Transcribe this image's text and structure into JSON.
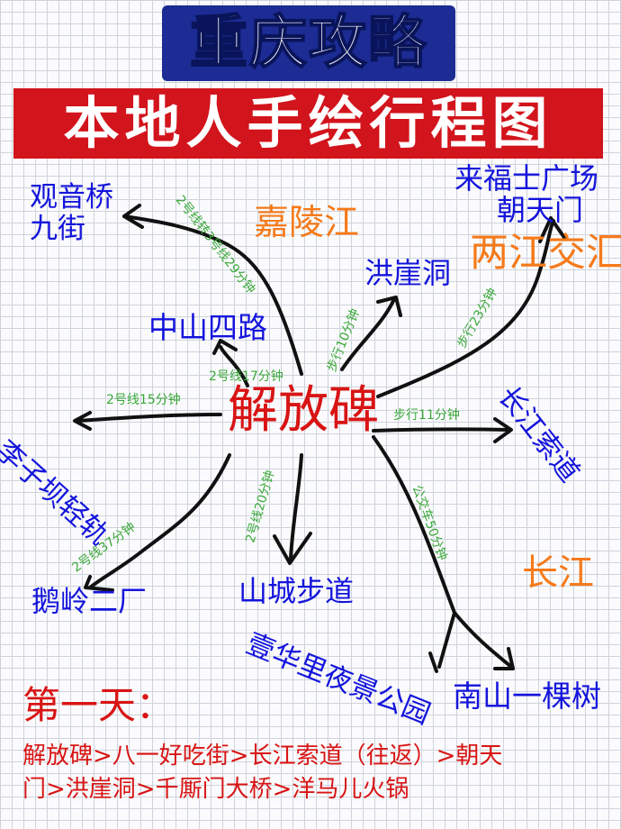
{
  "title": "重庆攻略",
  "subtitle": "本地人手绘行程图",
  "center": "解放碑",
  "places": {
    "guanyinqiao": "观音桥",
    "jiujie": "九街",
    "jialingjiang": "嘉陵江",
    "laifushi": "来福士广场",
    "chaotianmen": "朝天门",
    "liangjiang": "两江交汇",
    "hongyadong": "洪崖洞",
    "zhongshansilu": "中山四路",
    "liziba": "李子坝轻轨",
    "suodao": "长江索道",
    "eling": "鹅岭二厂",
    "shancheng": "山城步道",
    "changjiang": "长江",
    "yihuali": "壹华里夜景公园",
    "nanshan": "南山一棵树"
  },
  "routes": {
    "guanyinqiao": "2号线转3号线29分钟",
    "zhongshansilu": "2号线17分钟",
    "liziba": "2号线15分钟",
    "hongyadong": "步行10分钟",
    "chaotianmen": "步行23分钟",
    "suodao": "步行11分钟",
    "shancheng": "2号线20分钟",
    "nanshan": "公交车50分钟",
    "eling": "2号线37分钟"
  },
  "itinerary": {
    "day": "第一天：",
    "line1": "解放碑>八一好吃街>长江索道（往返）>朝天",
    "line2": "门>洪崖洞>千厮门大桥>洋马儿火锅"
  },
  "colors": {
    "place": "#1414dc",
    "river": "#f57a1a",
    "center": "#d81414",
    "route": "#3aa83a",
    "title_bg": "#1c2c94",
    "subtitle_bg": "#d2141c"
  }
}
